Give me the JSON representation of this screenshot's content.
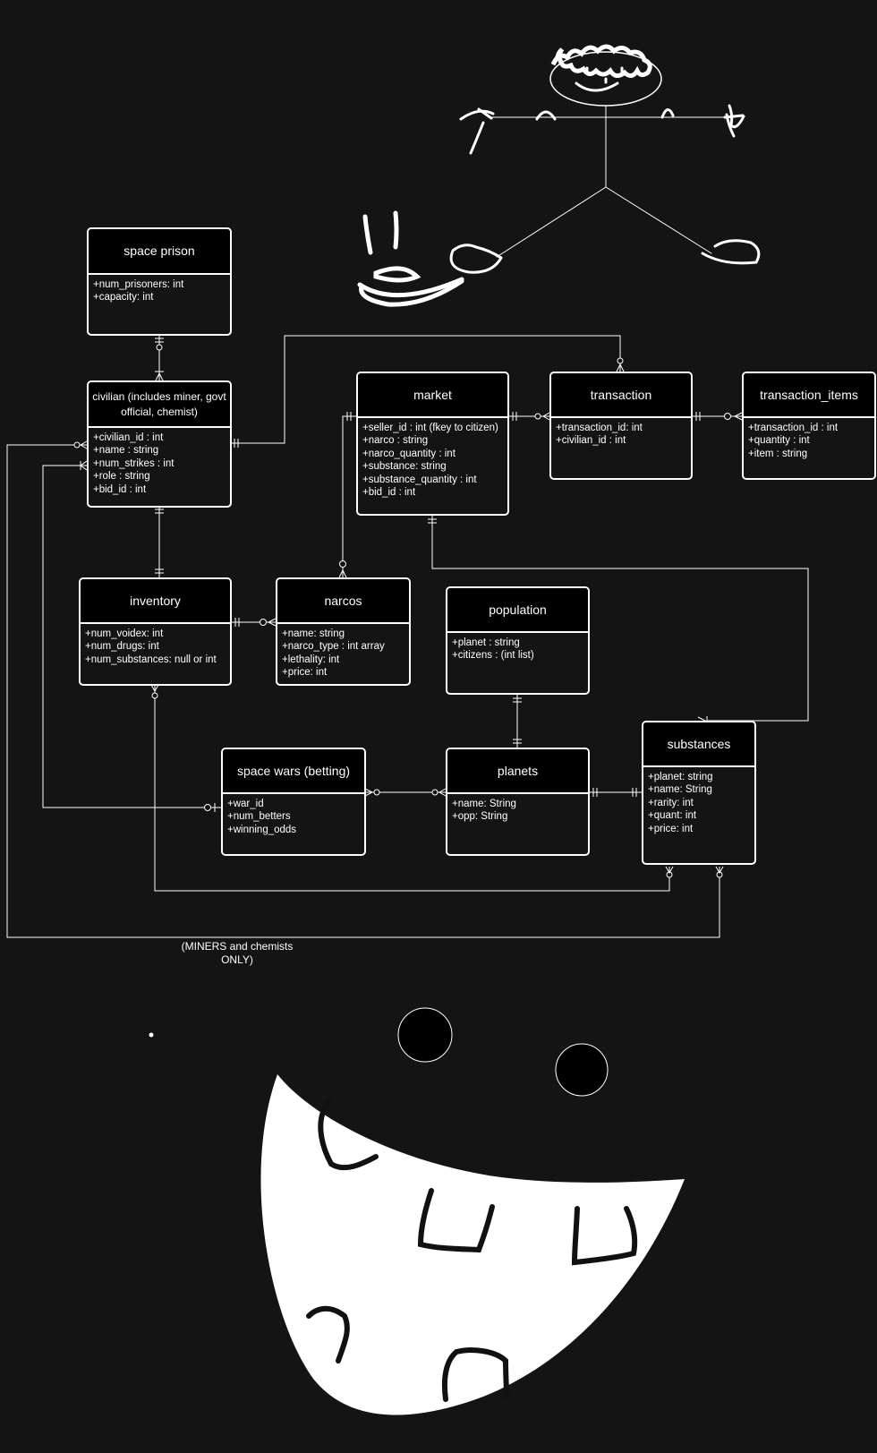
{
  "entities": {
    "space_prison": {
      "title": "space prison",
      "fields": [
        "+num_prisoners: int",
        "+capacity: int"
      ]
    },
    "civilian": {
      "title": "civilian (includes miner, govt official, chemist)",
      "fields": [
        "+civilian_id : int",
        "+name : string",
        "+num_strikes : int",
        "+role : string",
        "+bid_id : int"
      ]
    },
    "market": {
      "title": "market",
      "fields": [
        "+seller_id : int (fkey to citizen)",
        "+narco : string",
        "+narco_quantity : int",
        "+substance: string",
        "+substance_quantity : int",
        "+bid_id : int"
      ]
    },
    "transaction": {
      "title": "transaction",
      "fields": [
        "+transaction_id: int",
        "+civilian_id : int"
      ]
    },
    "transaction_items": {
      "title": "transaction_items",
      "fields": [
        "+transaction_id : int",
        "+quantity : int",
        "+item : string"
      ]
    },
    "inventory": {
      "title": "inventory",
      "fields": [
        "+num_voidex: int",
        "+num_drugs: int",
        "+num_substances: null or int"
      ]
    },
    "narcos": {
      "title": "narcos",
      "fields": [
        "+name: string",
        "+narco_type : int array",
        "+lethality: int",
        "+price: int"
      ]
    },
    "population": {
      "title": "population",
      "fields": [
        "+planet : string",
        "+citizens : (int list)"
      ]
    },
    "space_wars": {
      "title": "space wars (betting)",
      "fields": [
        "+war_id",
        "+num_betters",
        "+winning_odds"
      ]
    },
    "planets": {
      "title": "planets",
      "fields": [
        "+name: String",
        "+opp: String"
      ]
    },
    "substances": {
      "title": "substances",
      "fields": [
        "+planet: string",
        "+name: String",
        "+rarity: int",
        "+quant: int",
        "+price: int"
      ]
    }
  },
  "note": "(MINERS and chemists ONLY)",
  "colors": {
    "background": "#141414",
    "stroke": "#ffffff",
    "header": "#000000"
  }
}
